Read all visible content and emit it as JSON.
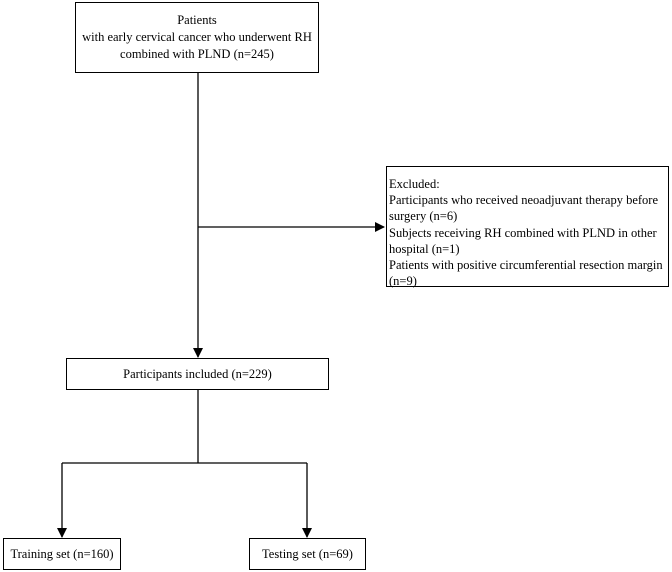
{
  "boxes": {
    "patients": {
      "lines": [
        "Patients",
        "with early cervical cancer who underwent RH",
        "combined with PLND (n=245)"
      ]
    },
    "excluded": {
      "lines": [
        "Excluded:",
        "Participants who received neoadjuvant therapy before",
        "surgery (n=6)",
        "Subjects receiving RH combined with PLND in other",
        "hospital (n=1)",
        "Patients with positive circumferential resection margin",
        "(n=9)"
      ]
    },
    "included": {
      "text": "Participants included (n=229)"
    },
    "training": {
      "text": "Training set (n=160)"
    },
    "testing": {
      "text": "Testing set (n=69)"
    }
  }
}
